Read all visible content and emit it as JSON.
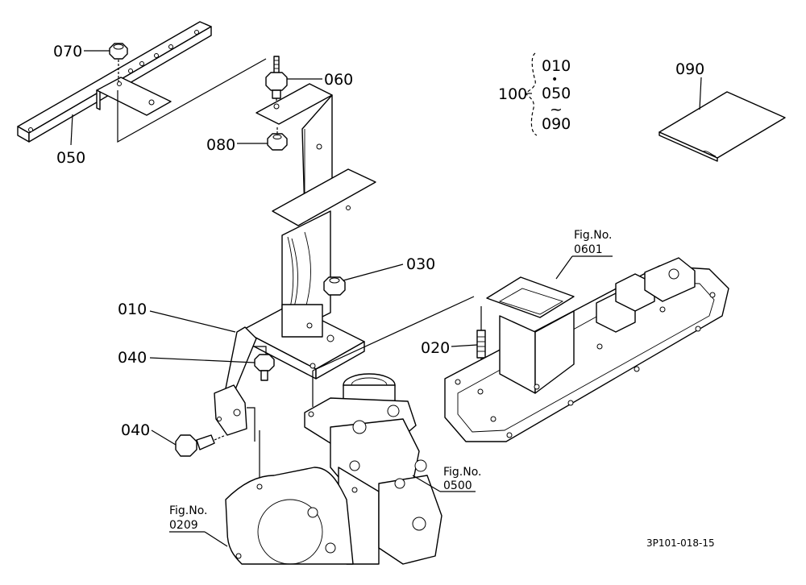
{
  "callouts": {
    "c070": "070",
    "c060": "060",
    "c080": "080",
    "c050": "050",
    "c030": "030",
    "c010": "010",
    "c040a": "040",
    "c040b": "040",
    "c020": "020",
    "c090": "090",
    "c100": "100"
  },
  "set_group": {
    "first": "010",
    "dot": "•",
    "mid": "050",
    "tilde": "~",
    "last": "090"
  },
  "fig_refs": {
    "r0601_label": "Fig.No.",
    "r0601_no": "0601",
    "r0500_label": "Fig.No.",
    "r0500_no": "0500",
    "r0209_label": "Fig.No.",
    "r0209_no": "0209"
  },
  "drawing_code": "3P101-018-15"
}
